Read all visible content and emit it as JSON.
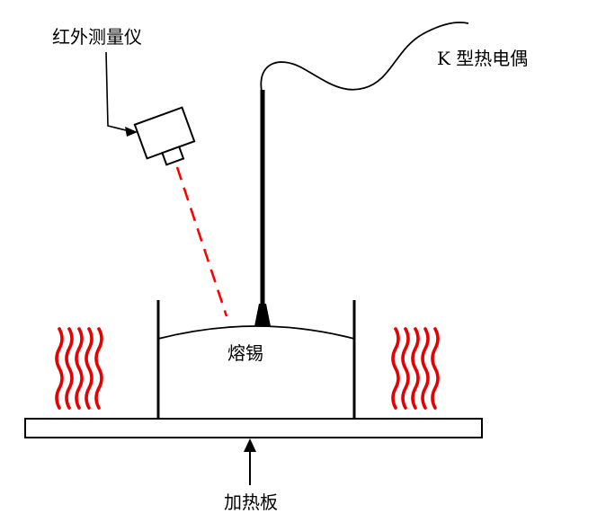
{
  "diagram": {
    "kind": "solder-temperature-measurement-schematic",
    "labels": {
      "infrared": "红外测量仪",
      "thermocouple": "K 型热电偶",
      "solder": "熔锡",
      "hotplate": "加热板"
    },
    "colors": {
      "line": "#000000",
      "heat": "#e60000",
      "laser": "#ff0000",
      "background": "#ffffff"
    }
  }
}
